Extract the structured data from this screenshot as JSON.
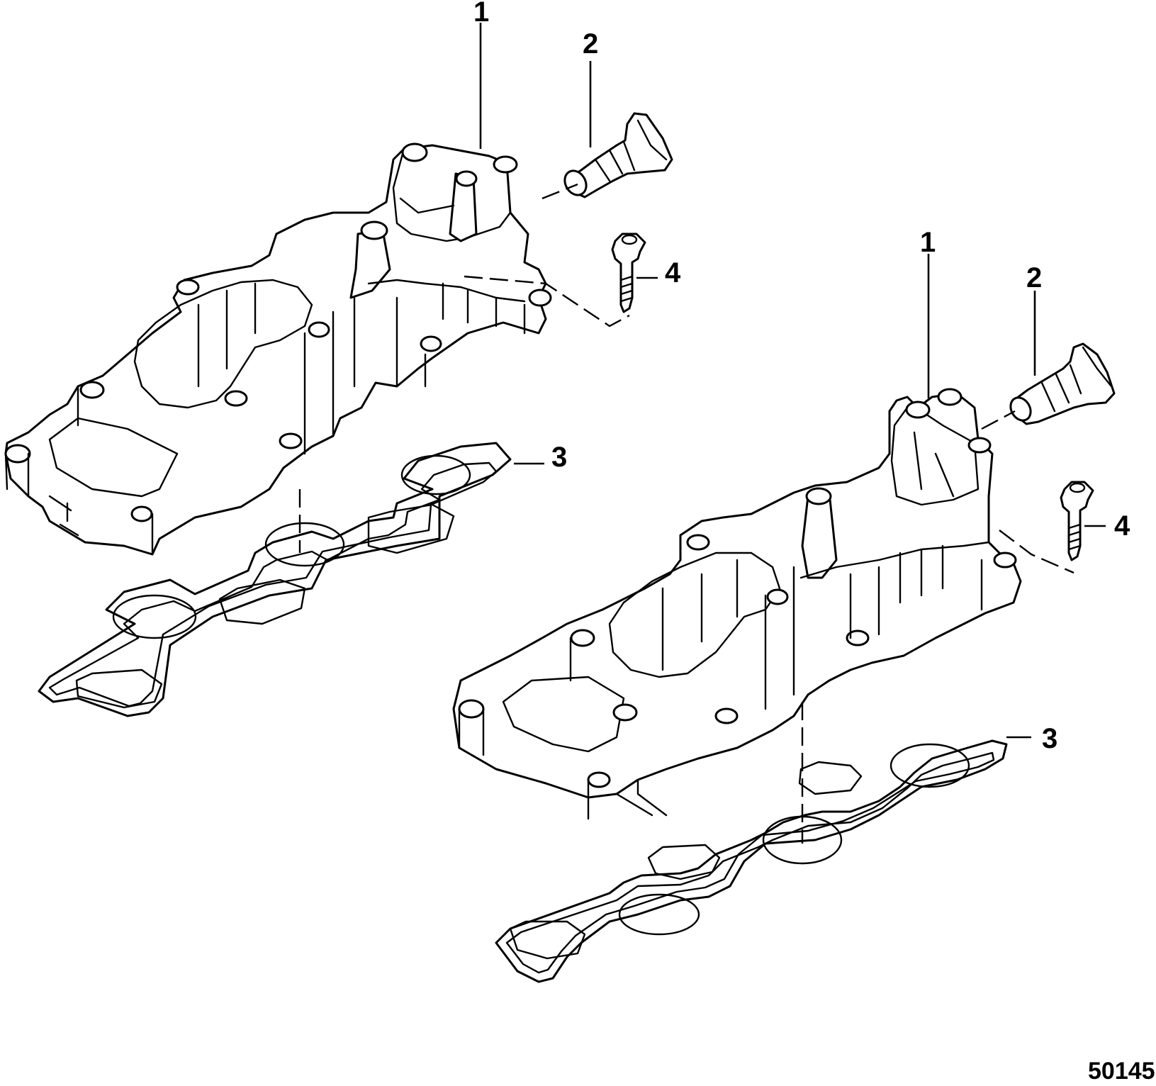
{
  "callouts": {
    "upper_left_housing": "1",
    "upper_left_sensor": "2",
    "upper_left_gasket": "3",
    "upper_left_screw": "4",
    "lower_right_housing": "1",
    "lower_right_sensor": "2",
    "lower_right_gasket": "3",
    "lower_right_screw": "4"
  },
  "figure_number": "50145"
}
